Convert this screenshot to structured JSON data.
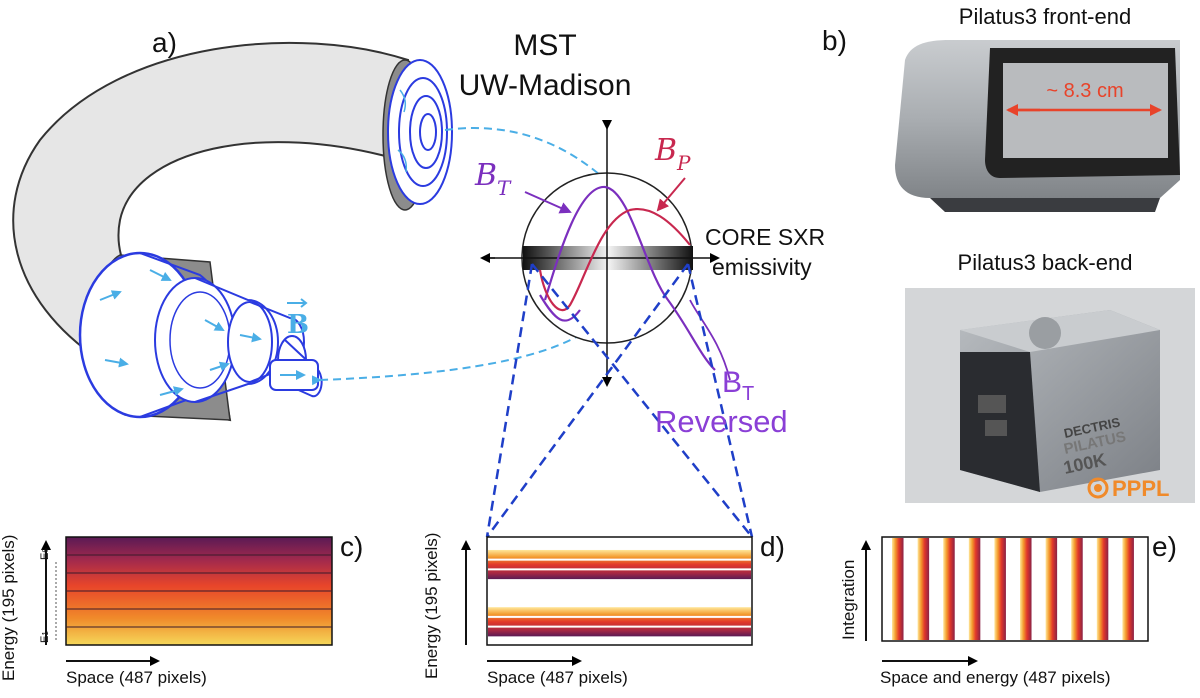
{
  "panel_labels": {
    "a": "a)",
    "b": "b)",
    "c": "c)",
    "d": "d)",
    "e": "e)"
  },
  "device": {
    "name": "MST",
    "location": "UW-Madison"
  },
  "torus": {
    "field_symbol": "B"
  },
  "profile": {
    "bt_base": "B",
    "bt_sub": "T",
    "bp_base": "B",
    "bp_sub": "P",
    "core_line1": "CORE SXR",
    "core_line2": "emissivity",
    "rev_base": "B",
    "rev_sub": "T",
    "rev_word": "Reversed"
  },
  "detector": {
    "front_title": "Pilatus3 front-end",
    "front_width": "~ 8.3 cm",
    "back_title": "Pilatus3 back-end",
    "brand_line1": "DECTRIS",
    "brand_line2": "PILATUS",
    "brand_line3": "100K",
    "lab_logo": "PPPL"
  },
  "panel_c": {
    "ylabel": "Energy (195 pixels)",
    "xlabel": "Space (487 pixels)",
    "e_top": "E",
    "e_top_sub": "6",
    "e_bottom": "E",
    "e_bottom_sub": "1",
    "bands": 6
  },
  "panel_d": {
    "ylabel": "Energy (195 pixels)",
    "xlabel": "Space (487 pixels)",
    "stripe_groups": 2
  },
  "panel_e": {
    "ylabel": "Integration",
    "xlabel": "Space and energy (487 pixels)",
    "stripes": 10
  },
  "colors": {
    "torus_fill": "#e6e6e6",
    "flux_blue": "#2b3be0",
    "field_cyan": "#4aaee6",
    "bt_purple": "#7b2fbe",
    "bp_red": "#c8284f",
    "reversed_purple": "#8a3fd6",
    "projection_blue": "#1f3fc8",
    "front_arrow": "#e8432a"
  }
}
